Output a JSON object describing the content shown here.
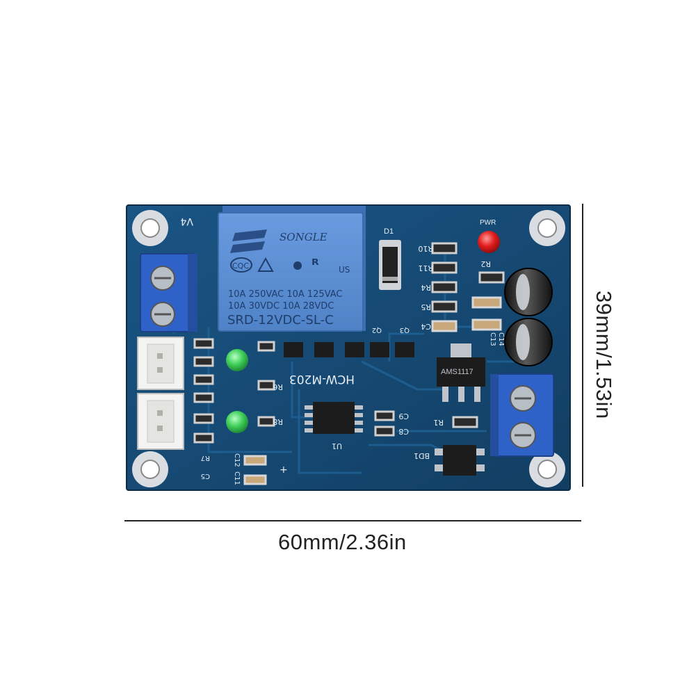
{
  "dimensions": {
    "width_label": "60mm/2.36in",
    "height_label": "39mm/1.53in"
  },
  "board": {
    "model_label": "HCW-M203",
    "relay": {
      "brand": "SONGLE",
      "cert": "CQC",
      "us_mark": "US",
      "line1": "10A 250VAC 10A 125VAC",
      "line2": "10A 30VDC 10A 28VDC",
      "model": "SRD-12VDC-SL-C"
    },
    "ic_label": "AMS1117",
    "silkscreen": {
      "v4": "V4",
      "pwr": "PWR",
      "d1": "D1",
      "r2": "R2",
      "r10": "R10",
      "r11": "R11",
      "r4": "R4",
      "r5": "R5",
      "c4": "C4",
      "c13": "C13",
      "c14": "C14",
      "q2": "Q2",
      "q3": "Q3",
      "r6": "R6",
      "r8": "R8",
      "r1": "R1",
      "c9": "C9",
      "c8": "C8",
      "u1": "U1",
      "bd1": "BD1",
      "c12": "C12",
      "c11": "C11",
      "r7": "R7",
      "c5": "C5"
    }
  },
  "colors": {
    "pcb": "#14466e",
    "pcb_dark": "#0e3455",
    "terminal": "#2f62c8",
    "relay": "#5b8fd4",
    "led_green": "#3fd05a",
    "led_red": "#e21d1d",
    "silk": "#e8eef5"
  }
}
